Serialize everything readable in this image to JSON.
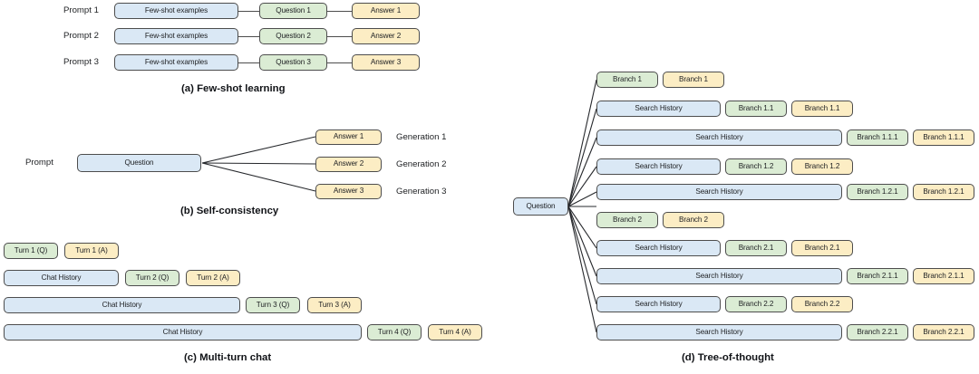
{
  "figure": {
    "panels": [
      {
        "id": "a",
        "caption": "(a) Few-shot learning",
        "rows": [
          {
            "label": "Prompt 1",
            "context": "Few-shot examples",
            "question": "Question 1",
            "answer": "Answer 1"
          },
          {
            "label": "Prompt 2",
            "context": "Few-shot examples",
            "question": "Question 2",
            "answer": "Answer 2"
          },
          {
            "label": "Prompt 3",
            "context": "Few-shot examples",
            "question": "Question 3",
            "answer": "Answer 3"
          }
        ]
      },
      {
        "id": "b",
        "caption": "(b) Self-consistency",
        "prompt_label": "Prompt",
        "question": "Question",
        "branches": [
          {
            "answer": "Answer 1",
            "generation": "Generation 1"
          },
          {
            "answer": "Answer 2",
            "generation": "Generation 2"
          },
          {
            "answer": "Answer 3",
            "generation": "Generation 3"
          }
        ]
      },
      {
        "id": "c",
        "caption": "(c) Multi-turn chat",
        "history_label": "Chat History",
        "rows": [
          {
            "has_history": false,
            "question": "Turn 1 (Q)",
            "answer": "Turn 1 (A)"
          },
          {
            "has_history": true,
            "question": "Turn 2 (Q)",
            "answer": "Turn 2 (A)"
          },
          {
            "has_history": true,
            "question": "Turn 3 (Q)",
            "answer": "Turn 3 (A)"
          },
          {
            "has_history": true,
            "question": "Turn 4 (Q)",
            "answer": "Turn 4 (A)"
          }
        ]
      },
      {
        "id": "d",
        "caption": "(d) Tree-of-thought",
        "root": "Question",
        "history_label": "Search History",
        "rows": [
          {
            "has_history": false,
            "branch_q": "Branch 1",
            "branch_a": "Branch 1"
          },
          {
            "has_history": true,
            "branch_q": "Branch 1.1",
            "branch_a": "Branch 1.1"
          },
          {
            "has_history": true,
            "branch_q": "Branch 1.1.1",
            "branch_a": "Branch 1.1.1"
          },
          {
            "has_history": true,
            "branch_q": "Branch 1.2",
            "branch_a": "Branch 1.2"
          },
          {
            "has_history": true,
            "branch_q": "Branch 1.2.1",
            "branch_a": "Branch 1.2.1"
          },
          {
            "has_history": false,
            "branch_q": "Branch 2",
            "branch_a": "Branch 2"
          },
          {
            "has_history": true,
            "branch_q": "Branch 2.1",
            "branch_a": "Branch 2.1"
          },
          {
            "has_history": true,
            "branch_q": "Branch 2.1.1",
            "branch_a": "Branch 2.1.1"
          },
          {
            "has_history": true,
            "branch_q": "Branch 2.2",
            "branch_a": "Branch 2.2"
          },
          {
            "has_history": true,
            "branch_q": "Branch 2.2.1",
            "branch_a": "Branch 2.2.1"
          }
        ]
      }
    ]
  },
  "colors": {
    "context_blue": "#dae8f5",
    "question_green": "#dbecd4",
    "answer_amber": "#fcedc4",
    "border": "#4d4d4d",
    "edge": "#26282c",
    "text": "#1d1f22",
    "background": "#ffffff"
  }
}
